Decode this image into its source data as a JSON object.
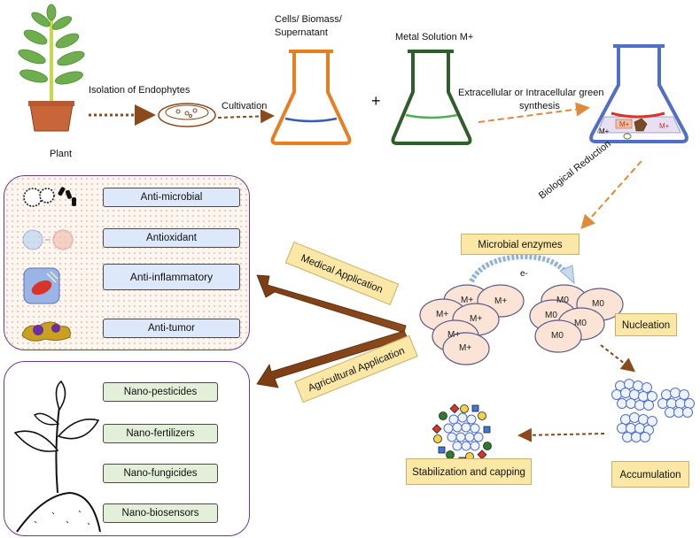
{
  "top": {
    "plant": "Plant",
    "isolation": "Isolation of Endophytes",
    "cultivation": "Cultivation",
    "cells": [
      "Cells/ Biomass/",
      "Supernatant"
    ],
    "plus": "+",
    "metal": "Metal Solution M+",
    "synthesis": [
      "Extracellular or Intracellular green",
      "synthesis"
    ],
    "flask_labels": [
      "M+",
      "M+",
      "M+"
    ],
    "bio_reduction": "Biological Reduction"
  },
  "medical": {
    "items": [
      "Anti-microbial",
      "Antioxidant",
      "Anti-inflammatory",
      "Anti-tumor"
    ]
  },
  "agri": {
    "items": [
      "Nano-pesticides",
      "Nano-fertilizers",
      "Nano-fungicides",
      "Nano-biosensors"
    ]
  },
  "apps": {
    "medical": "Medical Application",
    "agri": "Agricultural  Application"
  },
  "process": {
    "enzymes": "Microbial enzymes",
    "electron": "e-",
    "ions": [
      "M+",
      "M+",
      "M+",
      "M+",
      "M+",
      "M+"
    ],
    "atoms": [
      "M0",
      "M0",
      "M0",
      "M0",
      "M0"
    ],
    "nucleation": "Nucleation",
    "accumulation": "Accumulation",
    "stabilization": "Stabilization and capping"
  },
  "colors": {
    "orange": "#e67e22",
    "green": "#2f5e2a",
    "blue": "#4f6fc8",
    "brown": "#7b3d12",
    "purple": "#6b3a8c"
  }
}
